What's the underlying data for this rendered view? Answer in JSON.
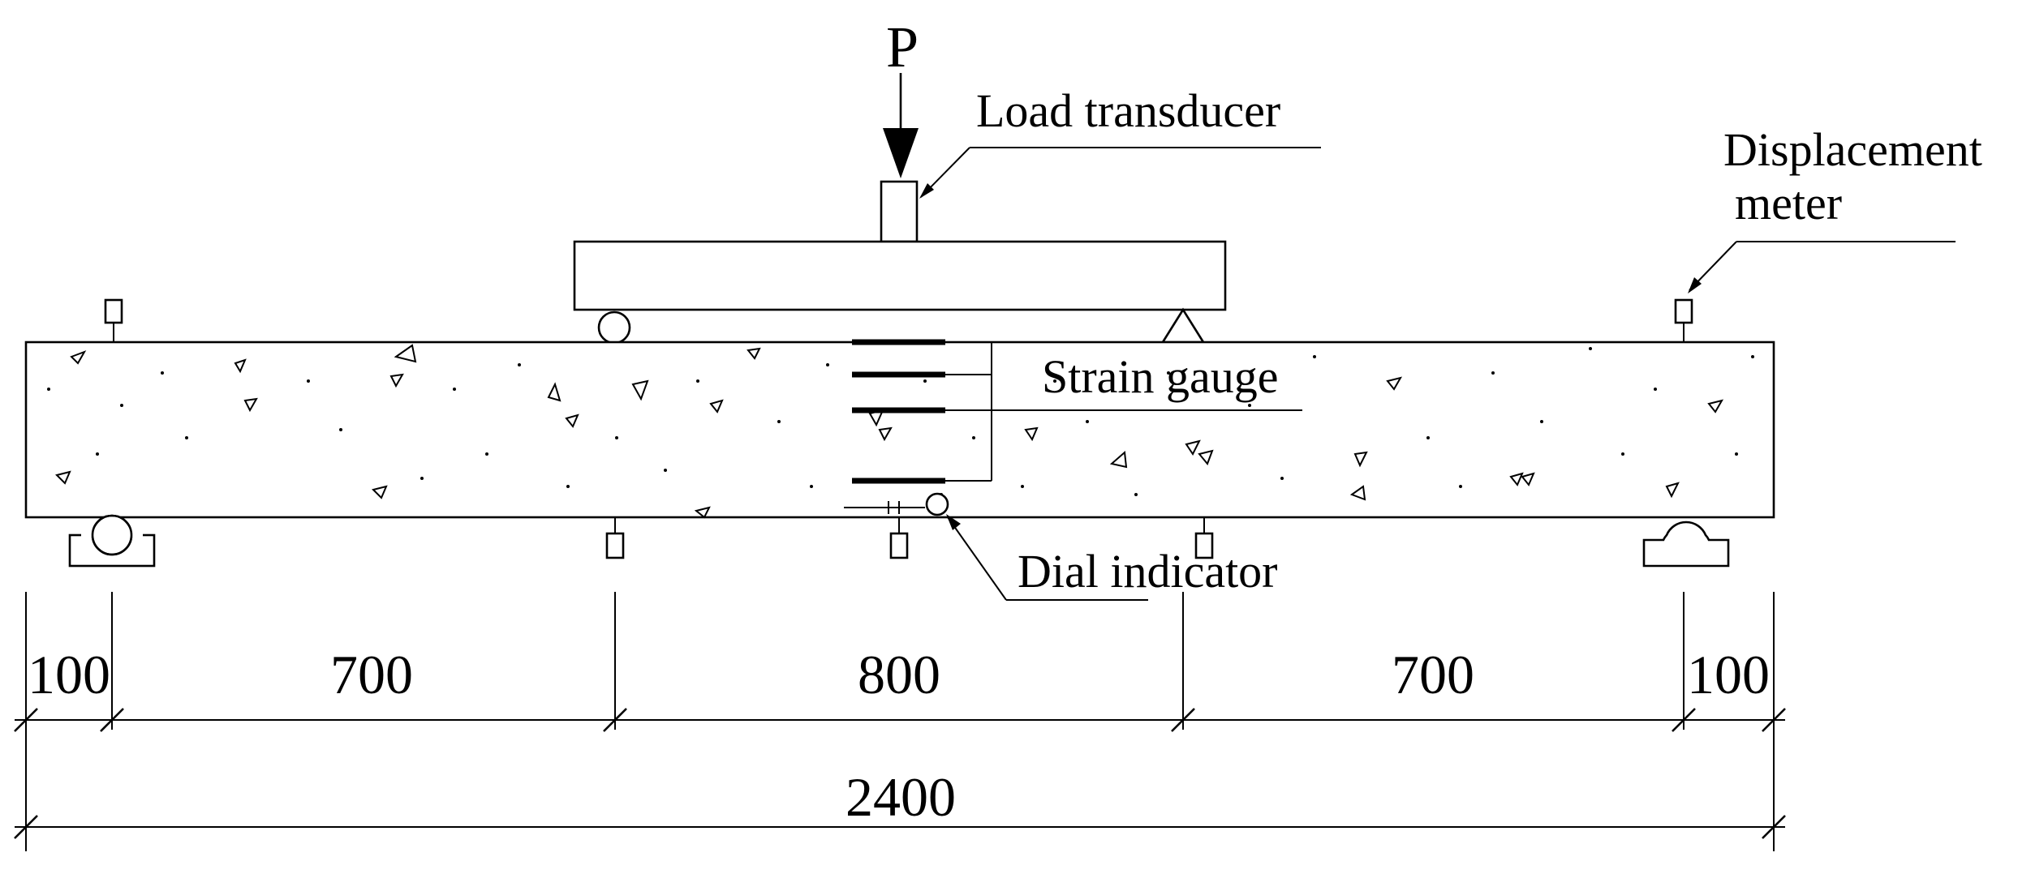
{
  "labels": {
    "load": "P",
    "load_transducer": "Load transducer",
    "displacement_meter_line1": "Displacement",
    "displacement_meter_line2": "meter",
    "strain_gauge": "Strain gauge",
    "dial_indicator": "Dial indicator"
  },
  "dimensions": {
    "segments": [
      "100",
      "700",
      "800",
      "700",
      "100"
    ],
    "total": "2400"
  }
}
